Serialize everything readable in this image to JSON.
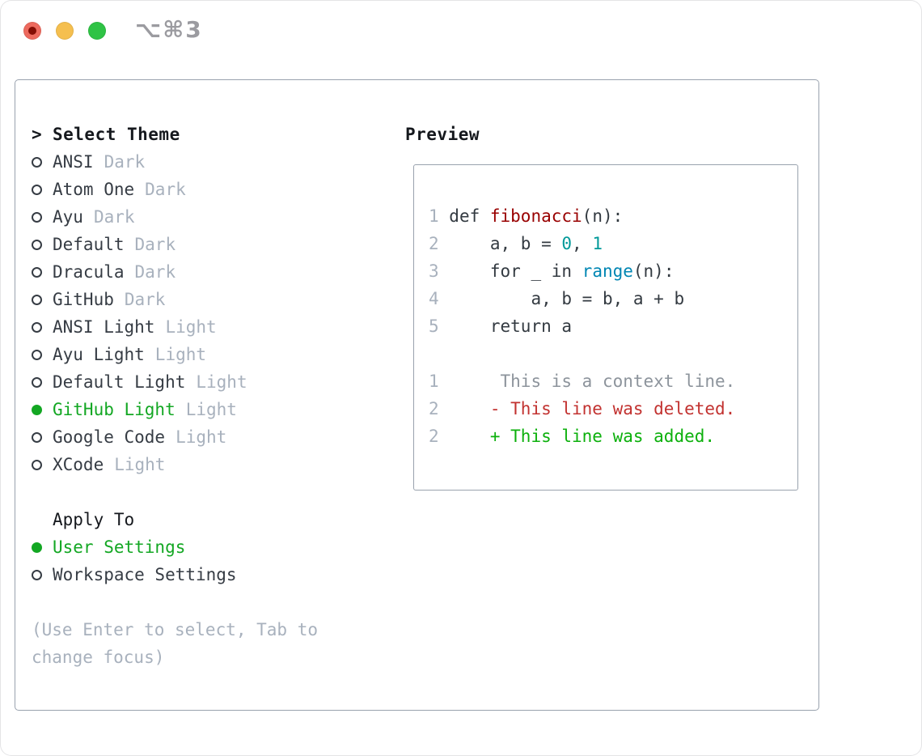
{
  "window": {
    "shortcut_label": "⌥⌘3"
  },
  "select_theme": {
    "prefix": ">",
    "header": "Select Theme",
    "themes": [
      {
        "name": "ANSI",
        "variant": "Dark",
        "selected": false
      },
      {
        "name": "Atom One",
        "variant": "Dark",
        "selected": false
      },
      {
        "name": "Ayu",
        "variant": "Dark",
        "selected": false
      },
      {
        "name": "Default",
        "variant": "Dark",
        "selected": false
      },
      {
        "name": "Dracula",
        "variant": "Dark",
        "selected": false
      },
      {
        "name": "GitHub",
        "variant": "Dark",
        "selected": false
      },
      {
        "name": "ANSI Light",
        "variant": "Light",
        "selected": false
      },
      {
        "name": "Ayu Light",
        "variant": "Light",
        "selected": false
      },
      {
        "name": "Default Light",
        "variant": "Light",
        "selected": false
      },
      {
        "name": "GitHub Light",
        "variant": "Light",
        "selected": true
      },
      {
        "name": "Google Code",
        "variant": "Light",
        "selected": false
      },
      {
        "name": "XCode",
        "variant": "Light",
        "selected": false
      }
    ]
  },
  "apply_to": {
    "header": "Apply To",
    "options": [
      {
        "name": "User Settings",
        "selected": true
      },
      {
        "name": "Workspace Settings",
        "selected": false
      }
    ]
  },
  "hint": "(Use Enter to select, Tab to change focus)",
  "preview": {
    "header": "Preview",
    "lines": [
      [
        [
          "1",
          "ln"
        ],
        [
          " def ",
          "code"
        ],
        [
          "fibonacci",
          "fn"
        ],
        [
          "(n):",
          "code"
        ]
      ],
      [
        [
          "2",
          "ln"
        ],
        [
          "     a, b = ",
          "code"
        ],
        [
          "0",
          "num"
        ],
        [
          ", ",
          "code"
        ],
        [
          "1",
          "num"
        ]
      ],
      [
        [
          "3",
          "ln"
        ],
        [
          "     for _ in ",
          "code"
        ],
        [
          "range",
          "builtin"
        ],
        [
          "(n):",
          "code"
        ]
      ],
      [
        [
          "4",
          "ln"
        ],
        [
          "         a, b = b, a + b",
          "code"
        ]
      ],
      [
        [
          "5",
          "ln"
        ],
        [
          "     return a",
          "code"
        ]
      ],
      [],
      [
        [
          "1",
          "ln"
        ],
        [
          "      This is a context line.",
          "ctx"
        ]
      ],
      [
        [
          "2",
          "ln"
        ],
        [
          "     - This line was deleted.",
          "del"
        ]
      ],
      [
        [
          "2",
          "ln"
        ],
        [
          "     + This line was added.",
          "add"
        ]
      ]
    ]
  },
  "colors": {
    "ink": "#363c44",
    "title-ink": "#15181d",
    "muted": "#a8b1bd",
    "border": "#99a2ae",
    "green": "#13a723",
    "code": "#333a41",
    "ln": "#a8b1bd",
    "fn": "#990000",
    "num": "#009999",
    "builtin": "#0086b3",
    "ctx": "#8d949c",
    "del": "#c23230",
    "add": "#0cb00c",
    "tl-red": "#ed6a5e",
    "tl-red-dot": "#840d04",
    "tl-yellow": "#f5bf4f",
    "tl-green": "#2fc345",
    "shortcut": "#9b9ba0"
  }
}
